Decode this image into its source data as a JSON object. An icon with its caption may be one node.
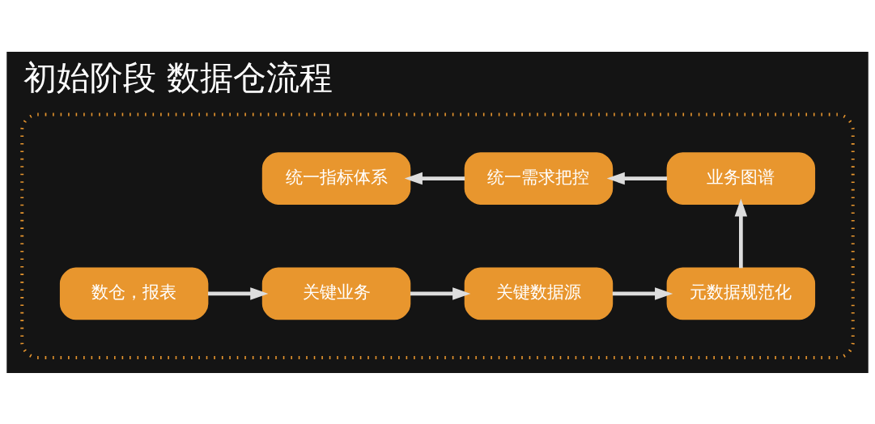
{
  "diagram": {
    "title": "初始阶段 数据仓流程",
    "nodes": [
      {
        "text": [],
        "shape": "box"
      },
      {
        "text": [
          "数仓，报表"
        ],
        "in": 0
      },
      {
        "text": [
          "关键业务"
        ],
        "in": 0
      },
      {
        "text": [
          "关键数据源"
        ],
        "in": 0
      },
      {
        "text": [
          "元数据规范化"
        ],
        "in": 0
      },
      {
        "text": [
          "业务图谱"
        ],
        "in": 0
      },
      {
        "text": [
          "统一需求把控"
        ],
        "in": 0
      },
      {
        "text": [
          "统一指标体系"
        ],
        "in": 0
      }
    ],
    "edges": [
      {
        "from": 1,
        "to": 2,
        "arrow": "to"
      },
      {
        "from": 2,
        "to": 3,
        "arrow": "to"
      },
      {
        "from": 3,
        "to": 4,
        "arrow": "to"
      },
      {
        "from": 4,
        "to": 5,
        "arrow": "to"
      },
      {
        "from": 5,
        "to": 6,
        "arrow": "to"
      },
      {
        "from": 6,
        "to": 7,
        "arrow": "to"
      }
    ]
  }
}
